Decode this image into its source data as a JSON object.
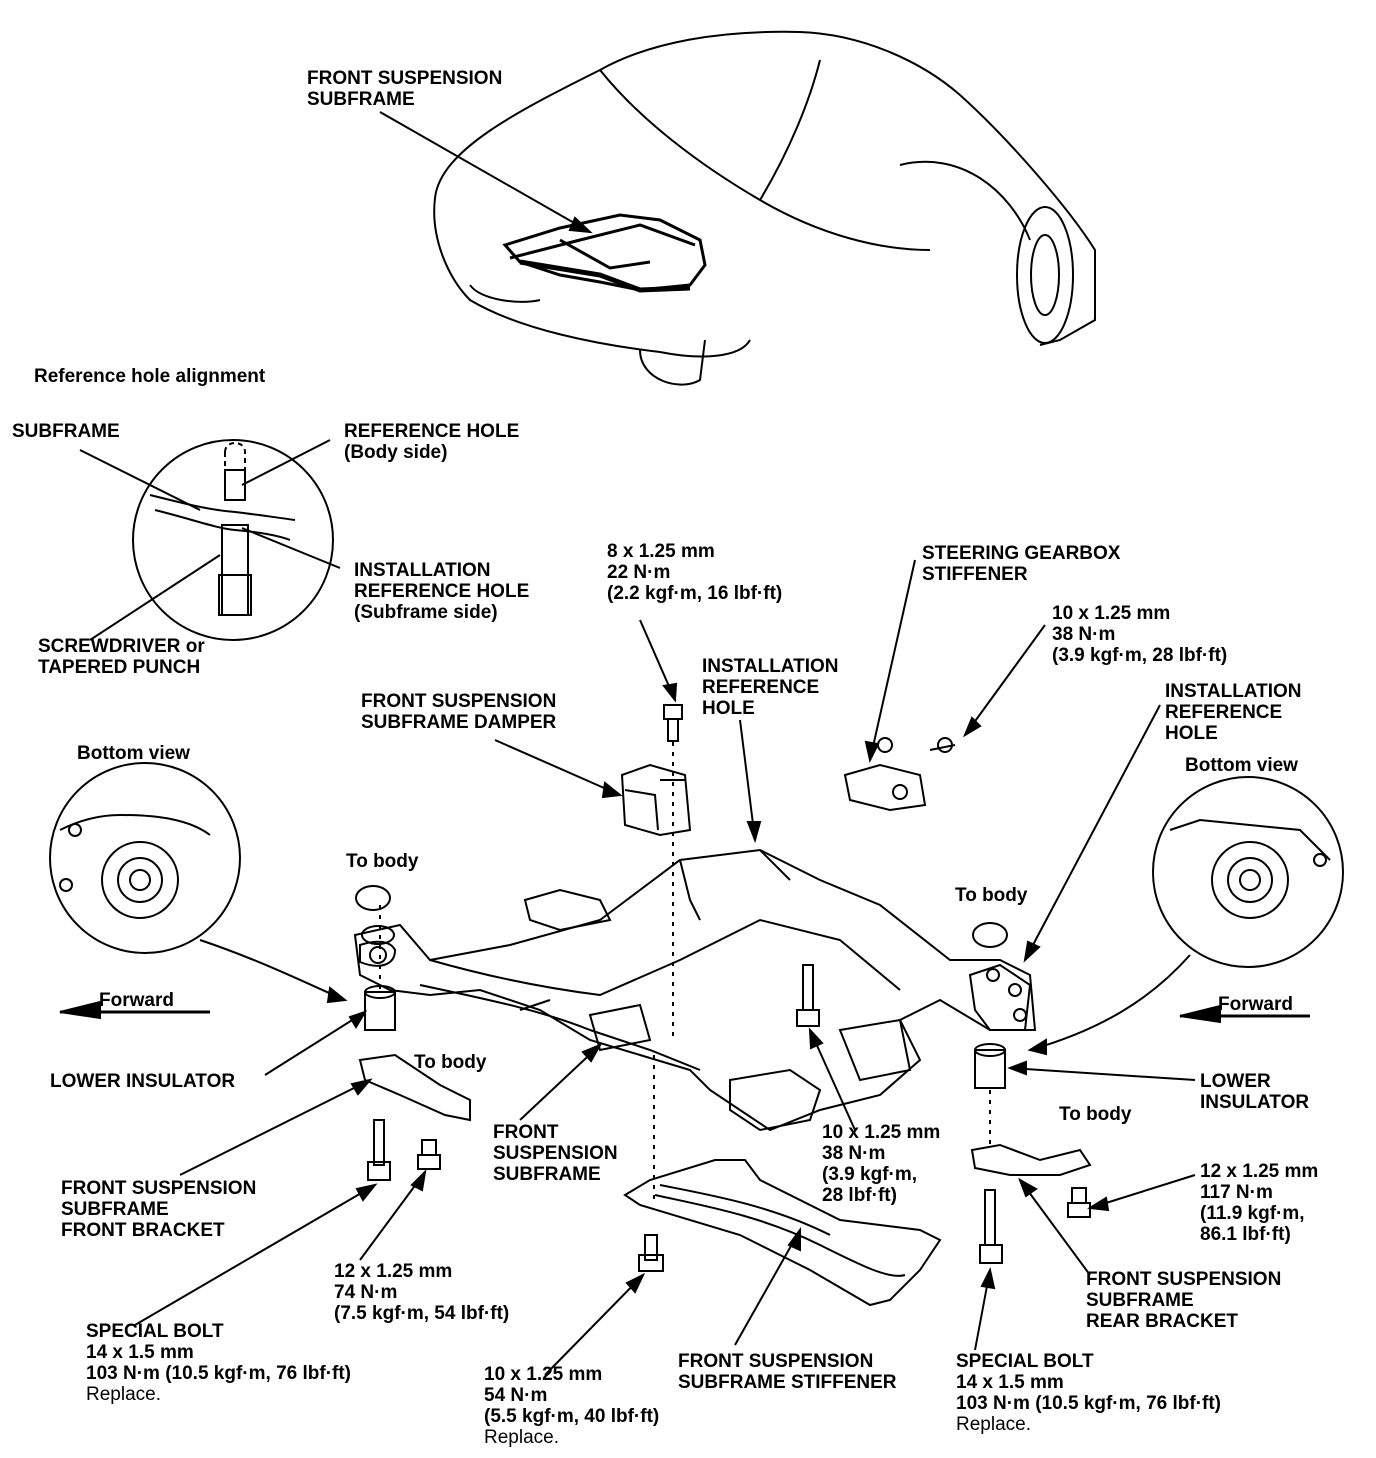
{
  "labels": {
    "car_subframe": [
      "FRONT SUSPENSION",
      "SUBFRAME"
    ],
    "ref_alignment_title": "Reference hole alignment",
    "subframe": "SUBFRAME",
    "ref_hole": [
      "REFERENCE HOLE",
      "(Body side)"
    ],
    "install_ref_hole_detail": [
      "INSTALLATION",
      "REFERENCE HOLE",
      "(Subframe side)"
    ],
    "screwdriver": [
      "SCREWDRIVER or",
      "TAPERED PUNCH"
    ],
    "bolt_8x125": [
      "8 x 1.25 mm",
      "22 N·m",
      "(2.2 kgf·m, 16 lbf·ft)"
    ],
    "steering_stiffener": [
      "STEERING GEARBOX",
      "STIFFENER"
    ],
    "bolt_10x125_top": [
      "10 x 1.25 mm",
      "38 N·m",
      "(3.9 kgf·m, 28 lbf·ft)"
    ],
    "install_ref_hole_center": [
      "INSTALLATION",
      "REFERENCE",
      "HOLE"
    ],
    "install_ref_hole_right": [
      "INSTALLATION",
      "REFERENCE",
      "HOLE"
    ],
    "damper": [
      "FRONT SUSPENSION",
      "SUBFRAME DAMPER"
    ],
    "bottom_view_left": "Bottom view",
    "bottom_view_right": "Bottom view",
    "to_body_left": "To body",
    "to_body_right": "To body",
    "forward_left": "Forward",
    "forward_right": "Forward",
    "lower_insulator_left": "LOWER INSULATOR",
    "lower_insulator_right": [
      "LOWER",
      "INSULATOR"
    ],
    "to_body_bracket_left": "To body",
    "to_body_bracket_right": "To body",
    "front_subframe_center": [
      "FRONT",
      "SUSPENSION",
      "SUBFRAME"
    ],
    "bolt_10x125_mid": [
      "10 x 1.25 mm",
      "38 N·m",
      "(3.9 kgf·m,",
      "28 lbf·ft)"
    ],
    "front_bracket": [
      "FRONT SUSPENSION",
      "SUBFRAME",
      "FRONT BRACKET"
    ],
    "bolt_12x125_left": [
      "12 x 1.25 mm",
      "74 N·m",
      "(7.5 kgf·m, 54 lbf·ft)"
    ],
    "bolt_12x125_right": [
      "12 x 1.25 mm",
      "117 N·m",
      "(11.9 kgf·m,",
      "86.1 lbf·ft)"
    ],
    "rear_bracket": [
      "FRONT SUSPENSION",
      "SUBFRAME",
      "REAR BRACKET"
    ],
    "special_bolt_left": [
      "SPECIAL BOLT",
      "14 x 1.5 mm",
      "103 N·m (10.5 kgf·m, 76 lbf·ft)",
      "Replace."
    ],
    "bolt_10x125_bottom": [
      "10 x 1.25 mm",
      "54 N·m",
      "(5.5 kgf·m, 40 lbf·ft)",
      "Replace."
    ],
    "subframe_stiffener": [
      "FRONT SUSPENSION",
      "SUBFRAME STIFFENER"
    ],
    "special_bolt_right": [
      "SPECIAL BOLT",
      "14 x 1.5 mm",
      "103 N·m (10.5 kgf·m, 76 lbf·ft)",
      "Replace."
    ]
  }
}
